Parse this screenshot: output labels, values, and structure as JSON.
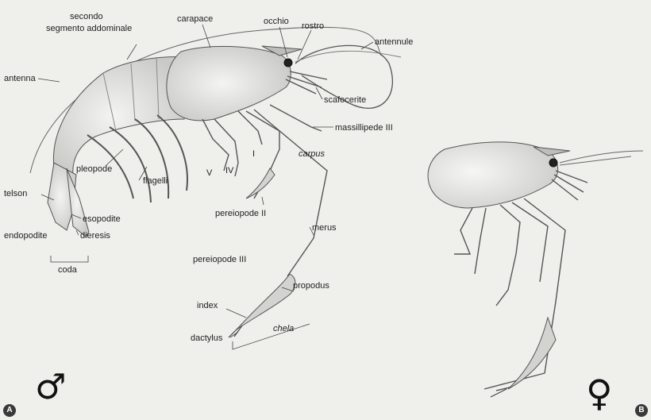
{
  "labels": {
    "secondo": "secondo",
    "segmento_addominale": "segmento addominale",
    "carapace": "carapace",
    "occhio": "occhio",
    "rostro": "rostro",
    "antennule": "antennule",
    "antenna": "antenna",
    "scafocerite": "scafocerite",
    "massillipede": "massillipede III",
    "carpus": "carpus",
    "leg_v": "V",
    "leg_iv": "IV",
    "leg_i": "I",
    "pleopode": "pleopode",
    "flagelli": "flagelli",
    "telson": "telson",
    "esopodite": "esopodite",
    "endopodite": "endopodite",
    "dieresis": "dieresis",
    "pereiopode_ii": "pereiopode II",
    "merus": "merus",
    "pereiopode_iii": "pereiopode III",
    "coda": "coda",
    "propodus": "propodus",
    "index": "index",
    "chela": "chela",
    "dactylus": "dactylus"
  },
  "symbols": {
    "male": "♂",
    "female": "♀"
  },
  "badges": {
    "a": "A",
    "b": "B"
  },
  "colors": {
    "background": "#efefec",
    "body_fill": "#e4e4e2",
    "outline": "#555555",
    "leader_line": "#444444",
    "badge": "#3a3a3a"
  }
}
